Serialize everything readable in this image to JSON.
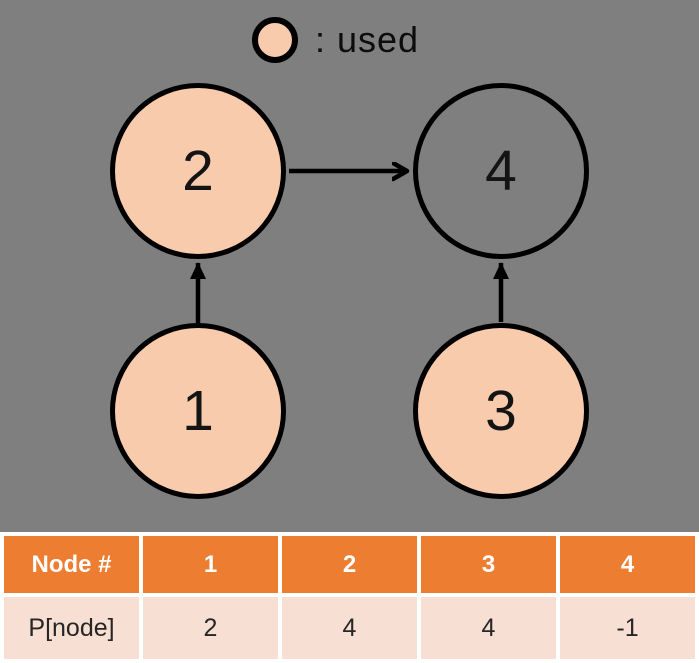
{
  "legend": {
    "label": ": used",
    "swatch_meaning": "used node"
  },
  "colors": {
    "background": "#7F7F7F",
    "node_used_fill": "#F8CBAD",
    "node_unused_fill": "transparent",
    "node_border": "#000000",
    "arrow": "#000000",
    "table_header_bg": "#ED7D31",
    "table_header_text": "#FFFFFF",
    "table_row_bg": "#F8DFD3",
    "table_row_text": "#262626",
    "table_grid": "#FFFFFF"
  },
  "graph": {
    "nodes": [
      {
        "label": "2",
        "used": true
      },
      {
        "label": "4",
        "used": false
      },
      {
        "label": "1",
        "used": true
      },
      {
        "label": "3",
        "used": true
      }
    ],
    "edges": [
      {
        "from": "2",
        "to": "4"
      },
      {
        "from": "1",
        "to": "2"
      },
      {
        "from": "3",
        "to": "4"
      }
    ]
  },
  "table": {
    "header": [
      "Node #",
      "1",
      "2",
      "3",
      "4"
    ],
    "rows": [
      [
        "P[node]",
        "2",
        "4",
        "4",
        "-1"
      ]
    ]
  }
}
